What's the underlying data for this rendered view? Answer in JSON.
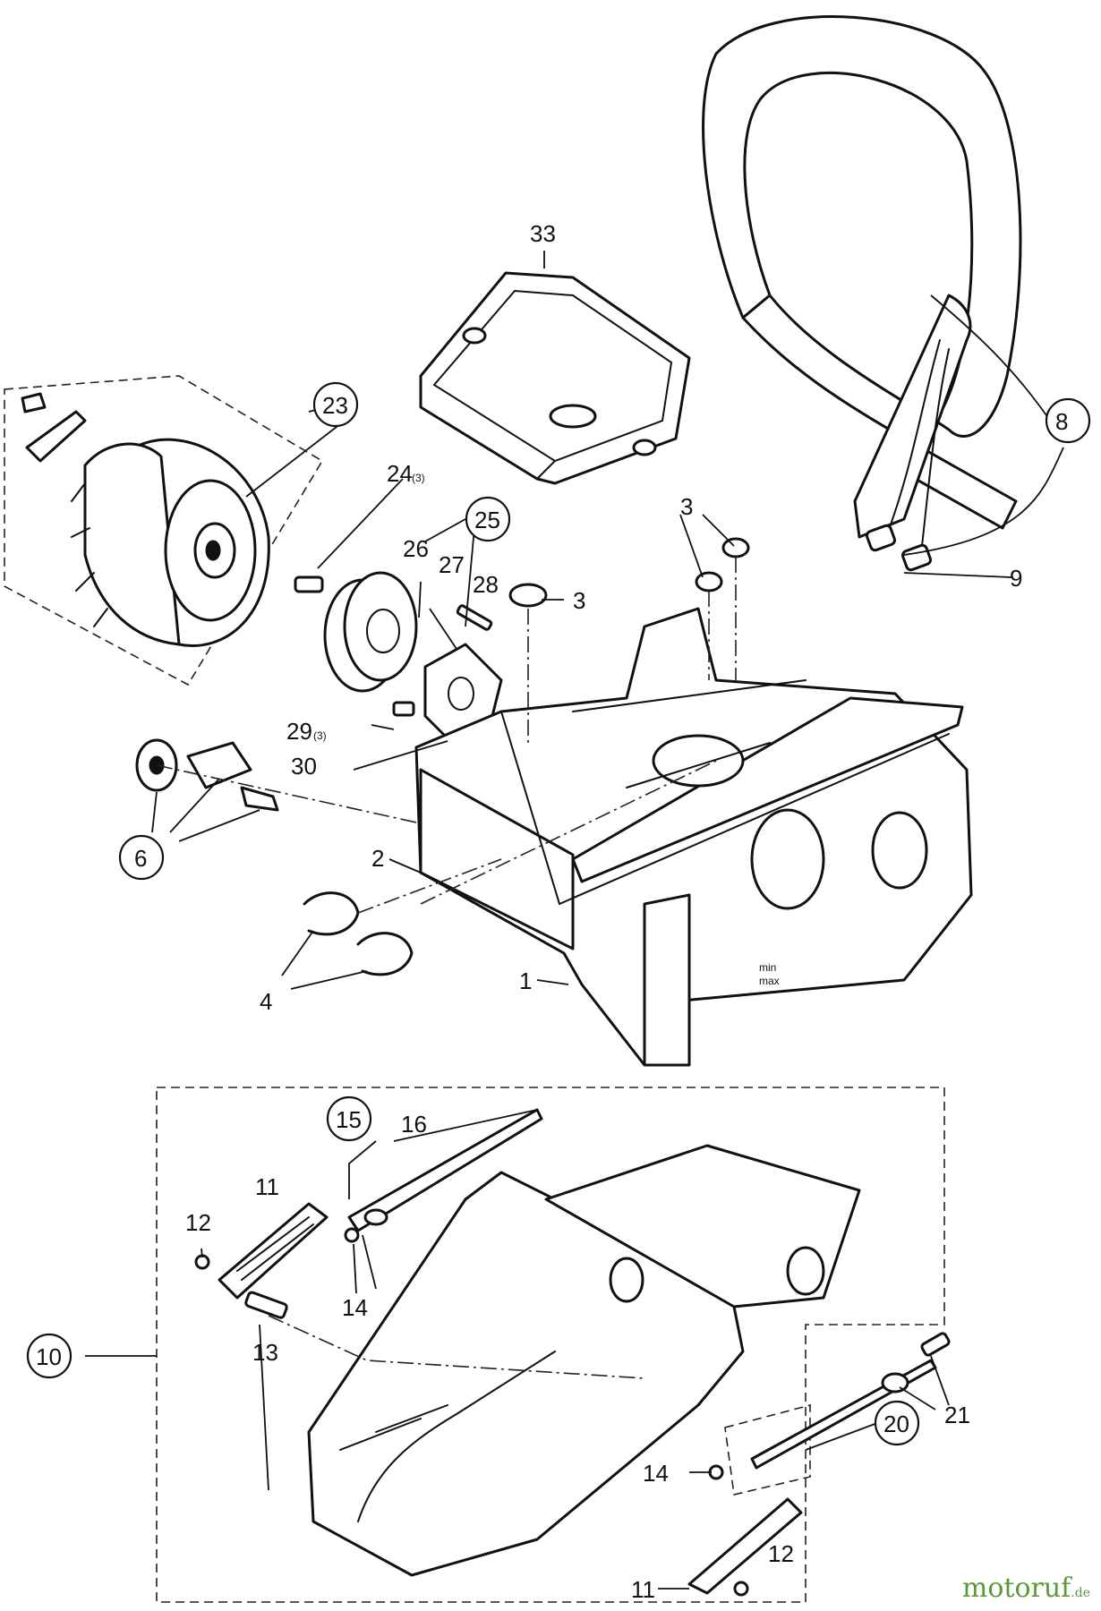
{
  "labels": {
    "l1": "1",
    "l2": "2",
    "l3a": "3",
    "l3b": "3",
    "l4": "4",
    "l6": "6",
    "l8": "8",
    "l9": "9",
    "l10": "10",
    "l11a": "11",
    "l11b": "11",
    "l12a": "12",
    "l12b": "12",
    "l13": "13",
    "l14a": "14",
    "l14b": "14",
    "l15": "15",
    "l16": "16",
    "l20": "20",
    "l21": "21",
    "l23": "23",
    "l24": "24",
    "l25": "25",
    "l26": "26",
    "l27": "27",
    "l28": "28",
    "l29": "29",
    "l30": "30",
    "l33": "33",
    "qty3": "(3)",
    "min": "min",
    "max": "max"
  },
  "watermark": {
    "name": "motoruf",
    "tld": ".de"
  }
}
